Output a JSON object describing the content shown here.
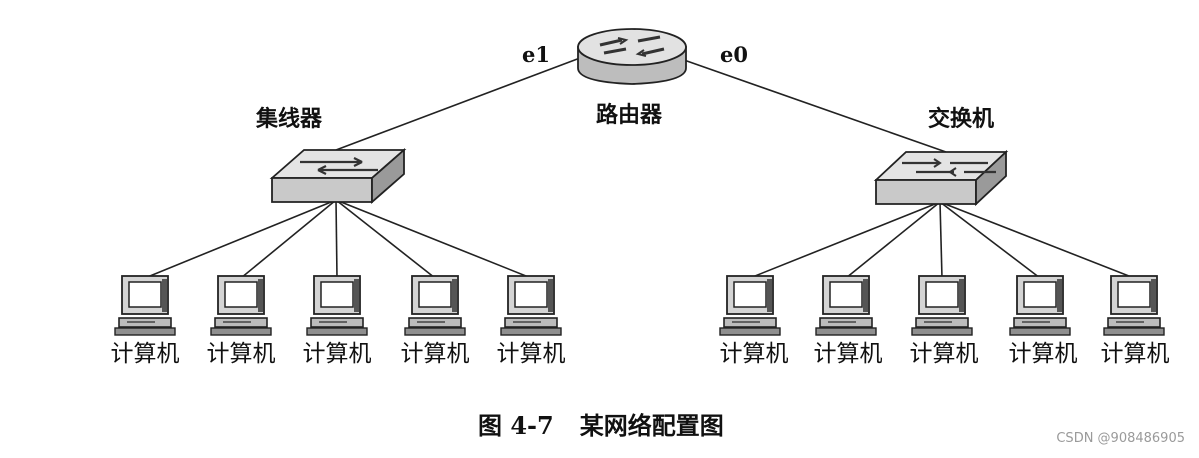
{
  "nodes": {
    "router": "路由器",
    "hub": "集线器",
    "switch": "交换机",
    "computer": "计算机"
  },
  "ports": {
    "e1": "e1",
    "e0": "e0"
  },
  "caption": {
    "number": "图 4-7",
    "title": "某网络配置图"
  },
  "watermark": "CSDN @908486905"
}
